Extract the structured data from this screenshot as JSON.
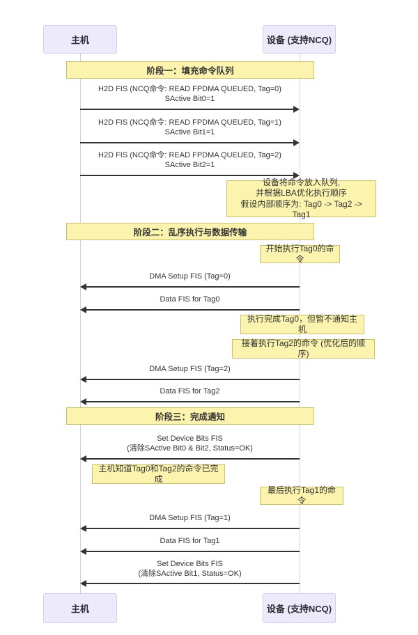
{
  "diagram_type": "sequence-diagram",
  "topic": "SATA NCQ command queuing flow",
  "participants": [
    {
      "id": "host",
      "label": "主机"
    },
    {
      "id": "device",
      "label": "设备 (支持NCQ)"
    }
  ],
  "dividers": [
    {
      "label": "阶段一：填充命令队列"
    },
    {
      "label": "阶段二：乱序执行与数据传输"
    },
    {
      "label": "阶段三：完成通知"
    }
  ],
  "messages": [
    {
      "from": "host",
      "to": "device",
      "direction": "right",
      "lines": [
        "H2D FIS (NCQ命令: READ FPDMA QUEUED, Tag=0)",
        "SActive Bit0=1"
      ]
    },
    {
      "from": "host",
      "to": "device",
      "direction": "right",
      "lines": [
        "H2D FIS (NCQ命令: READ FPDMA QUEUED, Tag=1)",
        "SActive Bit1=1"
      ]
    },
    {
      "from": "host",
      "to": "device",
      "direction": "right",
      "lines": [
        "H2D FIS (NCQ命令: READ FPDMA QUEUED, Tag=2)",
        "SActive Bit2=1"
      ]
    },
    {
      "from": "device",
      "to": "host",
      "direction": "left",
      "lines": [
        "DMA Setup FIS (Tag=0)"
      ]
    },
    {
      "from": "device",
      "to": "host",
      "direction": "left",
      "lines": [
        "Data FIS for Tag0"
      ]
    },
    {
      "from": "device",
      "to": "host",
      "direction": "left",
      "lines": [
        "DMA Setup FIS (Tag=2)"
      ]
    },
    {
      "from": "device",
      "to": "host",
      "direction": "left",
      "lines": [
        "Data FIS for Tag2"
      ]
    },
    {
      "from": "device",
      "to": "host",
      "direction": "left",
      "lines": [
        "Set Device Bits FIS",
        "(清除SActive Bit0 & Bit2, Status=OK)"
      ]
    },
    {
      "from": "device",
      "to": "host",
      "direction": "left",
      "lines": [
        "DMA Setup FIS (Tag=1)"
      ]
    },
    {
      "from": "device",
      "to": "host",
      "direction": "left",
      "lines": [
        "Data FIS for Tag1"
      ]
    },
    {
      "from": "device",
      "to": "host",
      "direction": "left",
      "lines": [
        "Set Device Bits FIS",
        "(清除SActive Bit1, Status=OK)"
      ]
    }
  ],
  "notes": [
    {
      "anchor": "device",
      "lines": [
        "设备将命令放入队列,",
        "并根据LBA优化执行顺序",
        "假设内部顺序为: Tag0 -> Tag2 -> Tag1"
      ]
    },
    {
      "anchor": "device",
      "lines": [
        "开始执行Tag0的命令"
      ]
    },
    {
      "anchor": "device",
      "lines": [
        "执行完成Tag0，但暂不通知主机"
      ]
    },
    {
      "anchor": "device",
      "lines": [
        "接着执行Tag2的命令 (优化后的顺序)"
      ]
    },
    {
      "anchor": "host",
      "lines": [
        "主机知道Tag0和Tag2的命令已完成"
      ]
    },
    {
      "anchor": "device",
      "lines": [
        "最后执行Tag1的命令"
      ]
    }
  ],
  "colors": {
    "note_fill": "#fcf4ae",
    "note_border": "#c9c06e",
    "participant_fill": "#eceafb",
    "participant_border": "#d3cdee",
    "line": "#333333",
    "lifeline": "#d2cfe3",
    "background": "#ffffff"
  }
}
